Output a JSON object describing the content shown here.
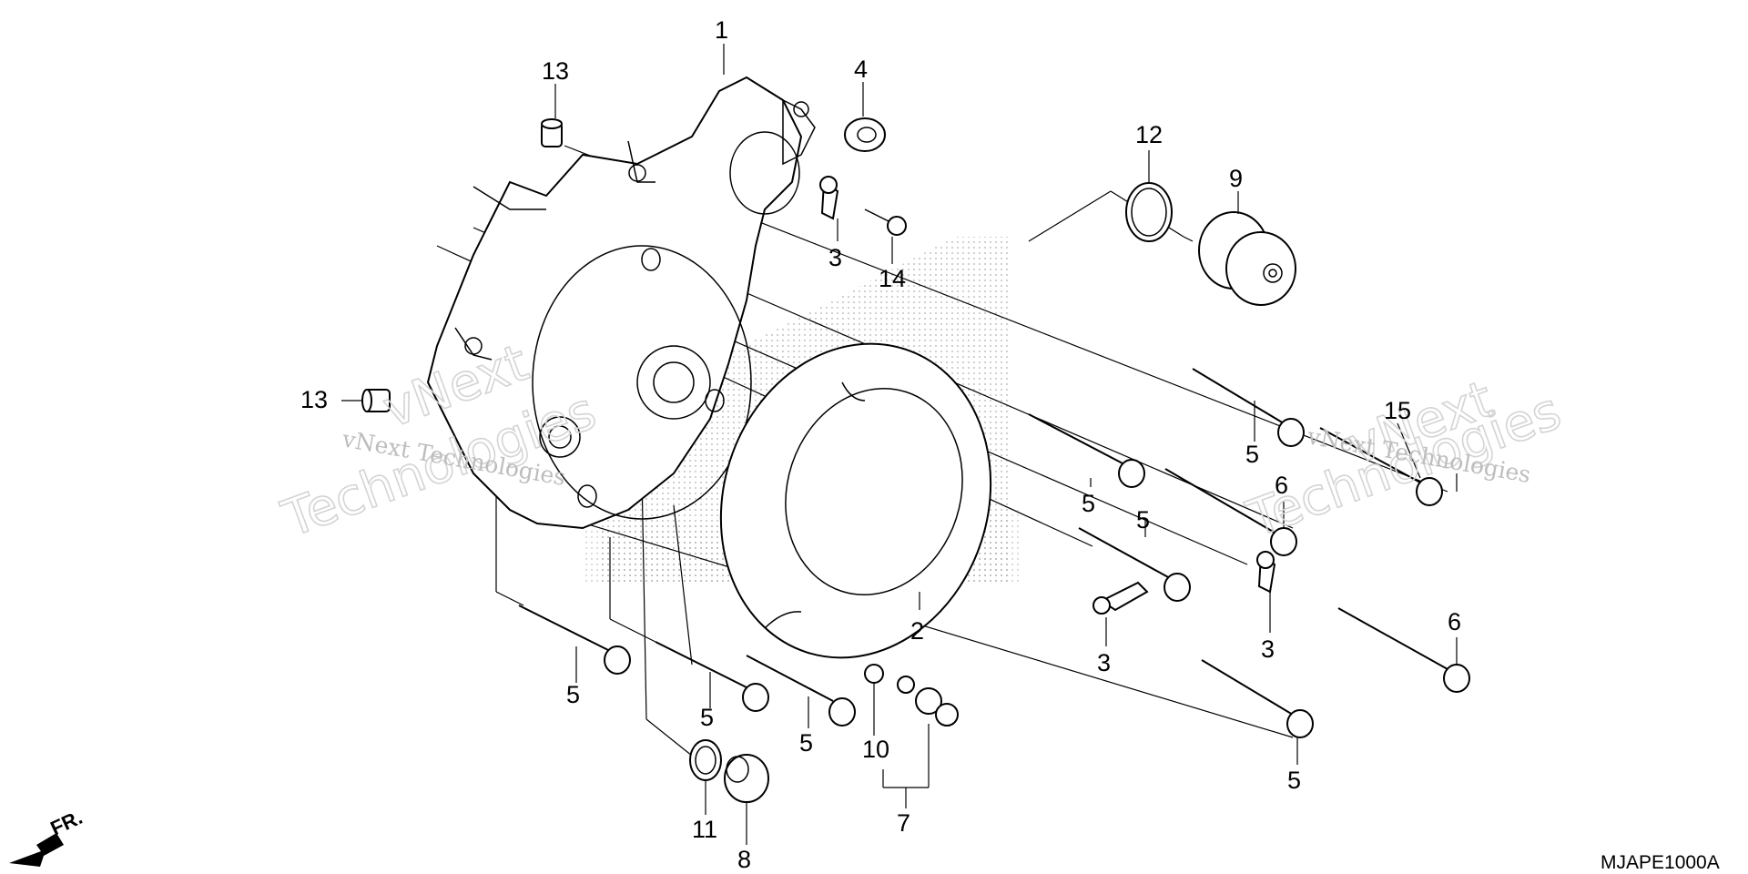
{
  "diagram": {
    "code": "MJAPE1000A",
    "direction_label": "FR.",
    "watermark_text_a": "vNext",
    "watermark_text_b": "Technologies",
    "watermark_line": "vNext Technologies",
    "callouts": {
      "c1": "1",
      "c2": "2",
      "c3a": "3",
      "c3b": "3",
      "c3c": "3",
      "c4": "4",
      "c5a": "5",
      "c5b": "5",
      "c5c": "5",
      "c5d": "5",
      "c5e": "5",
      "c5f": "5",
      "c5g": "5",
      "c6a": "6",
      "c6b": "6",
      "c7": "7",
      "c8": "8",
      "c9": "9",
      "c10": "10",
      "c11": "11",
      "c12": "12",
      "c13a": "13",
      "c13b": "13",
      "c14": "14",
      "c15": "15"
    }
  }
}
